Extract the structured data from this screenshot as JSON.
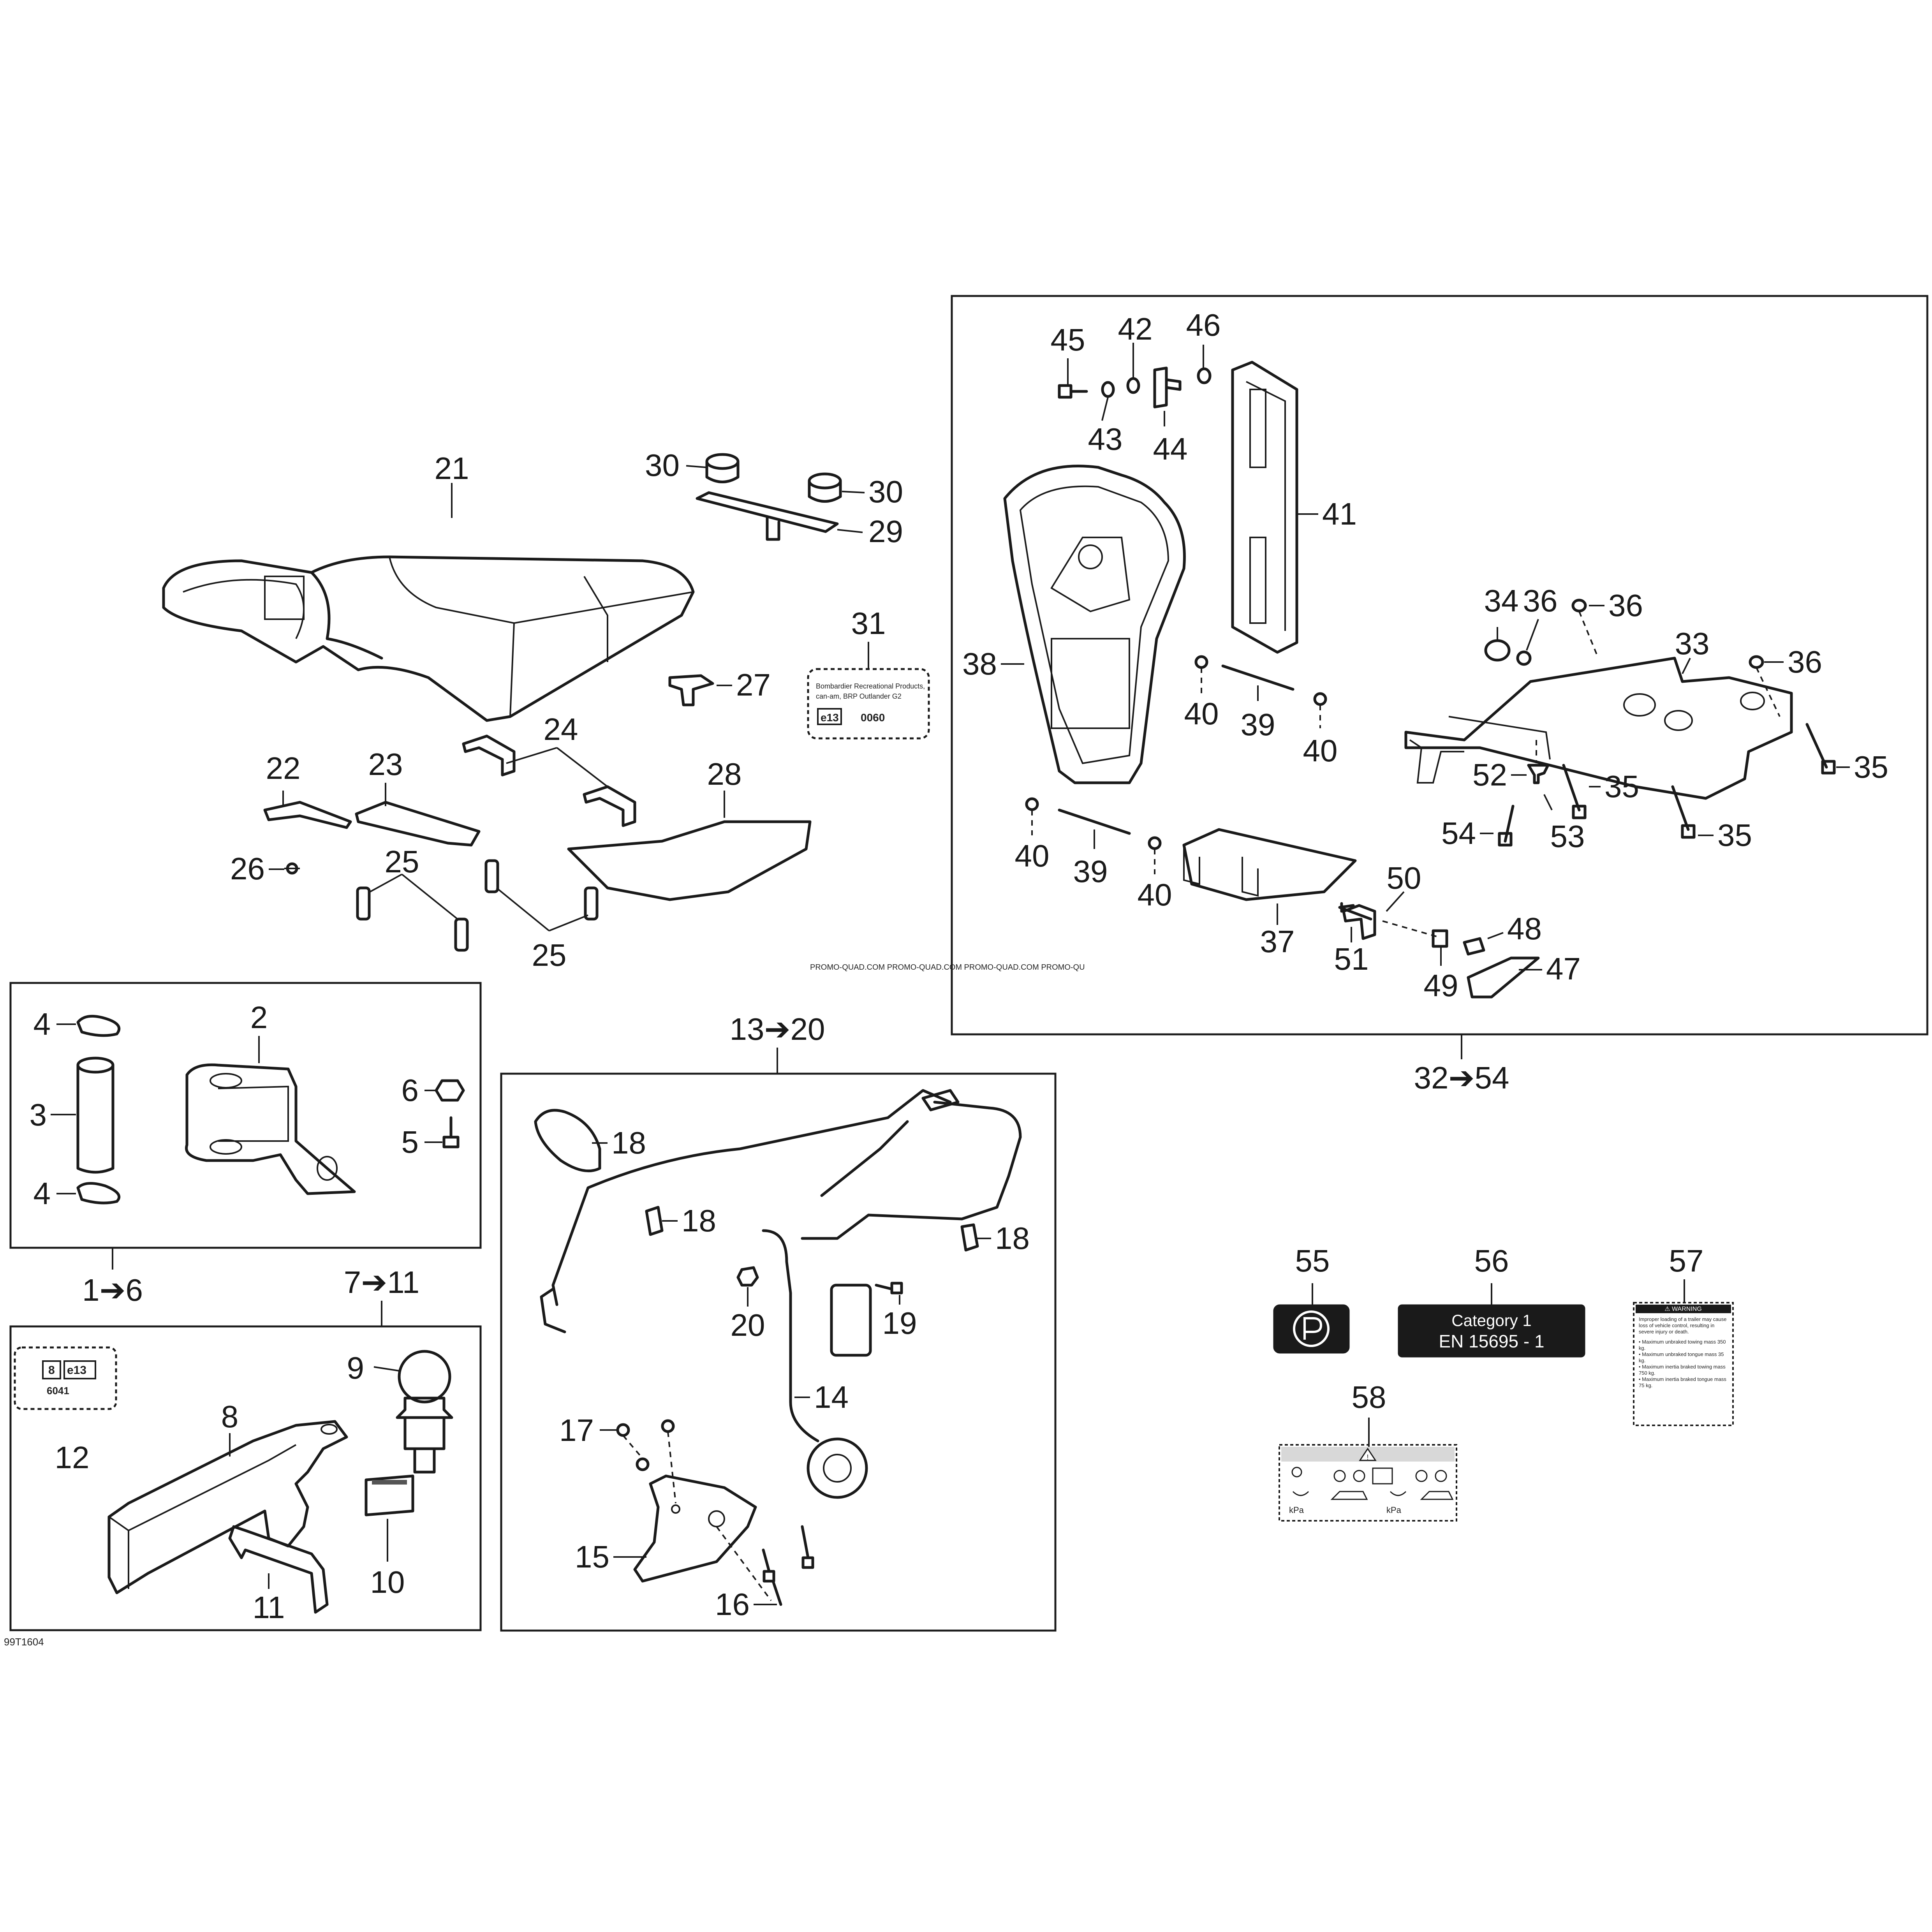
{
  "figure": {
    "code": "99T1604",
    "watermark": "PROMO-QUAD.COM  PROMO-QUAD.COM  PROMO-QUAD.COM  PROMO-QU"
  },
  "group_labels": {
    "hitch_mount": "1➔6",
    "receiver": "7➔11",
    "harness": "13➔20",
    "backrest": "32➔54"
  },
  "callouts": {
    "c2": "2",
    "c3": "3",
    "c4a": "4",
    "c4b": "4",
    "c5": "5",
    "c6": "6",
    "c8": "8",
    "c9": "9",
    "c10": "10",
    "c11": "11",
    "c12": "12",
    "c14": "14",
    "c15": "15",
    "c16": "16",
    "c17": "17",
    "c18a": "18",
    "c18b": "18",
    "c18c": "18",
    "c19": "19",
    "c20": "20",
    "c21": "21",
    "c22": "22",
    "c23": "23",
    "c24": "24",
    "c25a": "25",
    "c25b": "25",
    "c26": "26",
    "c27": "27",
    "c28": "28",
    "c29": "29",
    "c30a": "30",
    "c30b": "30",
    "c31": "31",
    "c33": "33",
    "c34": "34",
    "c35a": "35",
    "c35b": "35",
    "c35c": "35",
    "c36a": "36",
    "c36b": "36",
    "c36c": "36",
    "c37": "37",
    "c38": "38",
    "c39a": "39",
    "c39b": "39",
    "c40a": "40",
    "c40b": "40",
    "c40c": "40",
    "c40d": "40",
    "c41": "41",
    "c42": "42",
    "c43": "43",
    "c44": "44",
    "c45": "45",
    "c46": "46",
    "c47": "47",
    "c48": "48",
    "c49": "49",
    "c50": "50",
    "c51": "51",
    "c52": "52",
    "c53": "53",
    "c54": "54",
    "c55": "55",
    "c56": "56",
    "c57": "57",
    "c58": "58"
  },
  "labels": {
    "decal31": {
      "line1": "Bombardier Recreational Products,",
      "line2": "can-am, BRP Outlander G2",
      "mark": "e13",
      "code": "0060"
    },
    "decal12": {
      "box1": "8",
      "box2": "e13",
      "code": "6041"
    },
    "decal56": {
      "line1": "Category 1",
      "line2": "EN  15695  -  1"
    },
    "decal57": {
      "title": "⚠ WARNING",
      "intro": "Improper loading of a trailer may cause loss of vehicle control, resulting in severe injury or death.",
      "items": [
        "• Maximum unbraked towing mass 350 kg.",
        "• Maximum unbraked tongue mass 35 kg.",
        "• Maximum inertia braked towing mass 750 kg.",
        "• Maximum inertia braked tongue mass 75 kg."
      ]
    },
    "decal58": {
      "unit_left": "kPa",
      "unit_right": "kPa"
    }
  },
  "icons": {
    "decal55": "parking-brake-icon",
    "decal58": "warning-triangle-icon"
  }
}
